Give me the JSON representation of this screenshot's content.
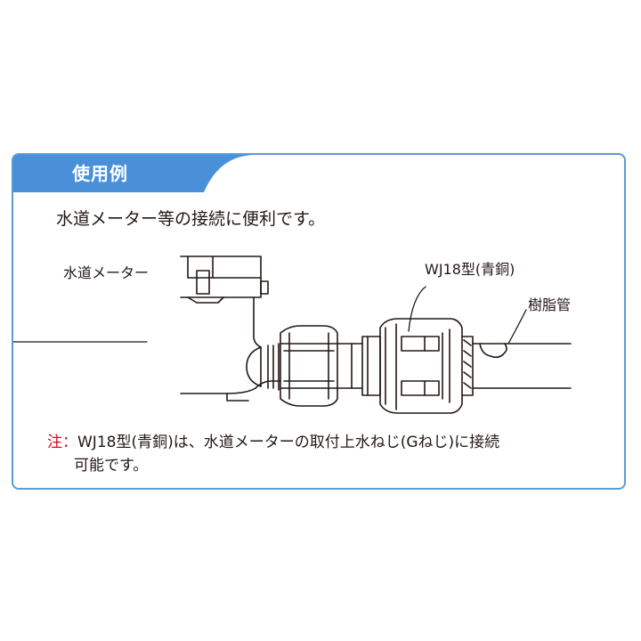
{
  "panel": {
    "title": "使用例",
    "lead": "水道メーター等の接続に便利です。"
  },
  "diagram": {
    "labels": {
      "meter": "水道メーター",
      "fitting": "WJ18型(青銅)",
      "pipe": "樹脂管"
    }
  },
  "note": {
    "mark": "注：",
    "line1": "WJ18型(青銅)は、水道メーターの取付上水ねじ(Gねじ)に接続",
    "line2": "可能です。"
  },
  "colors": {
    "frame": "#5b9bd5",
    "tab": "#4a90d9",
    "note_mark": "#e60012"
  }
}
